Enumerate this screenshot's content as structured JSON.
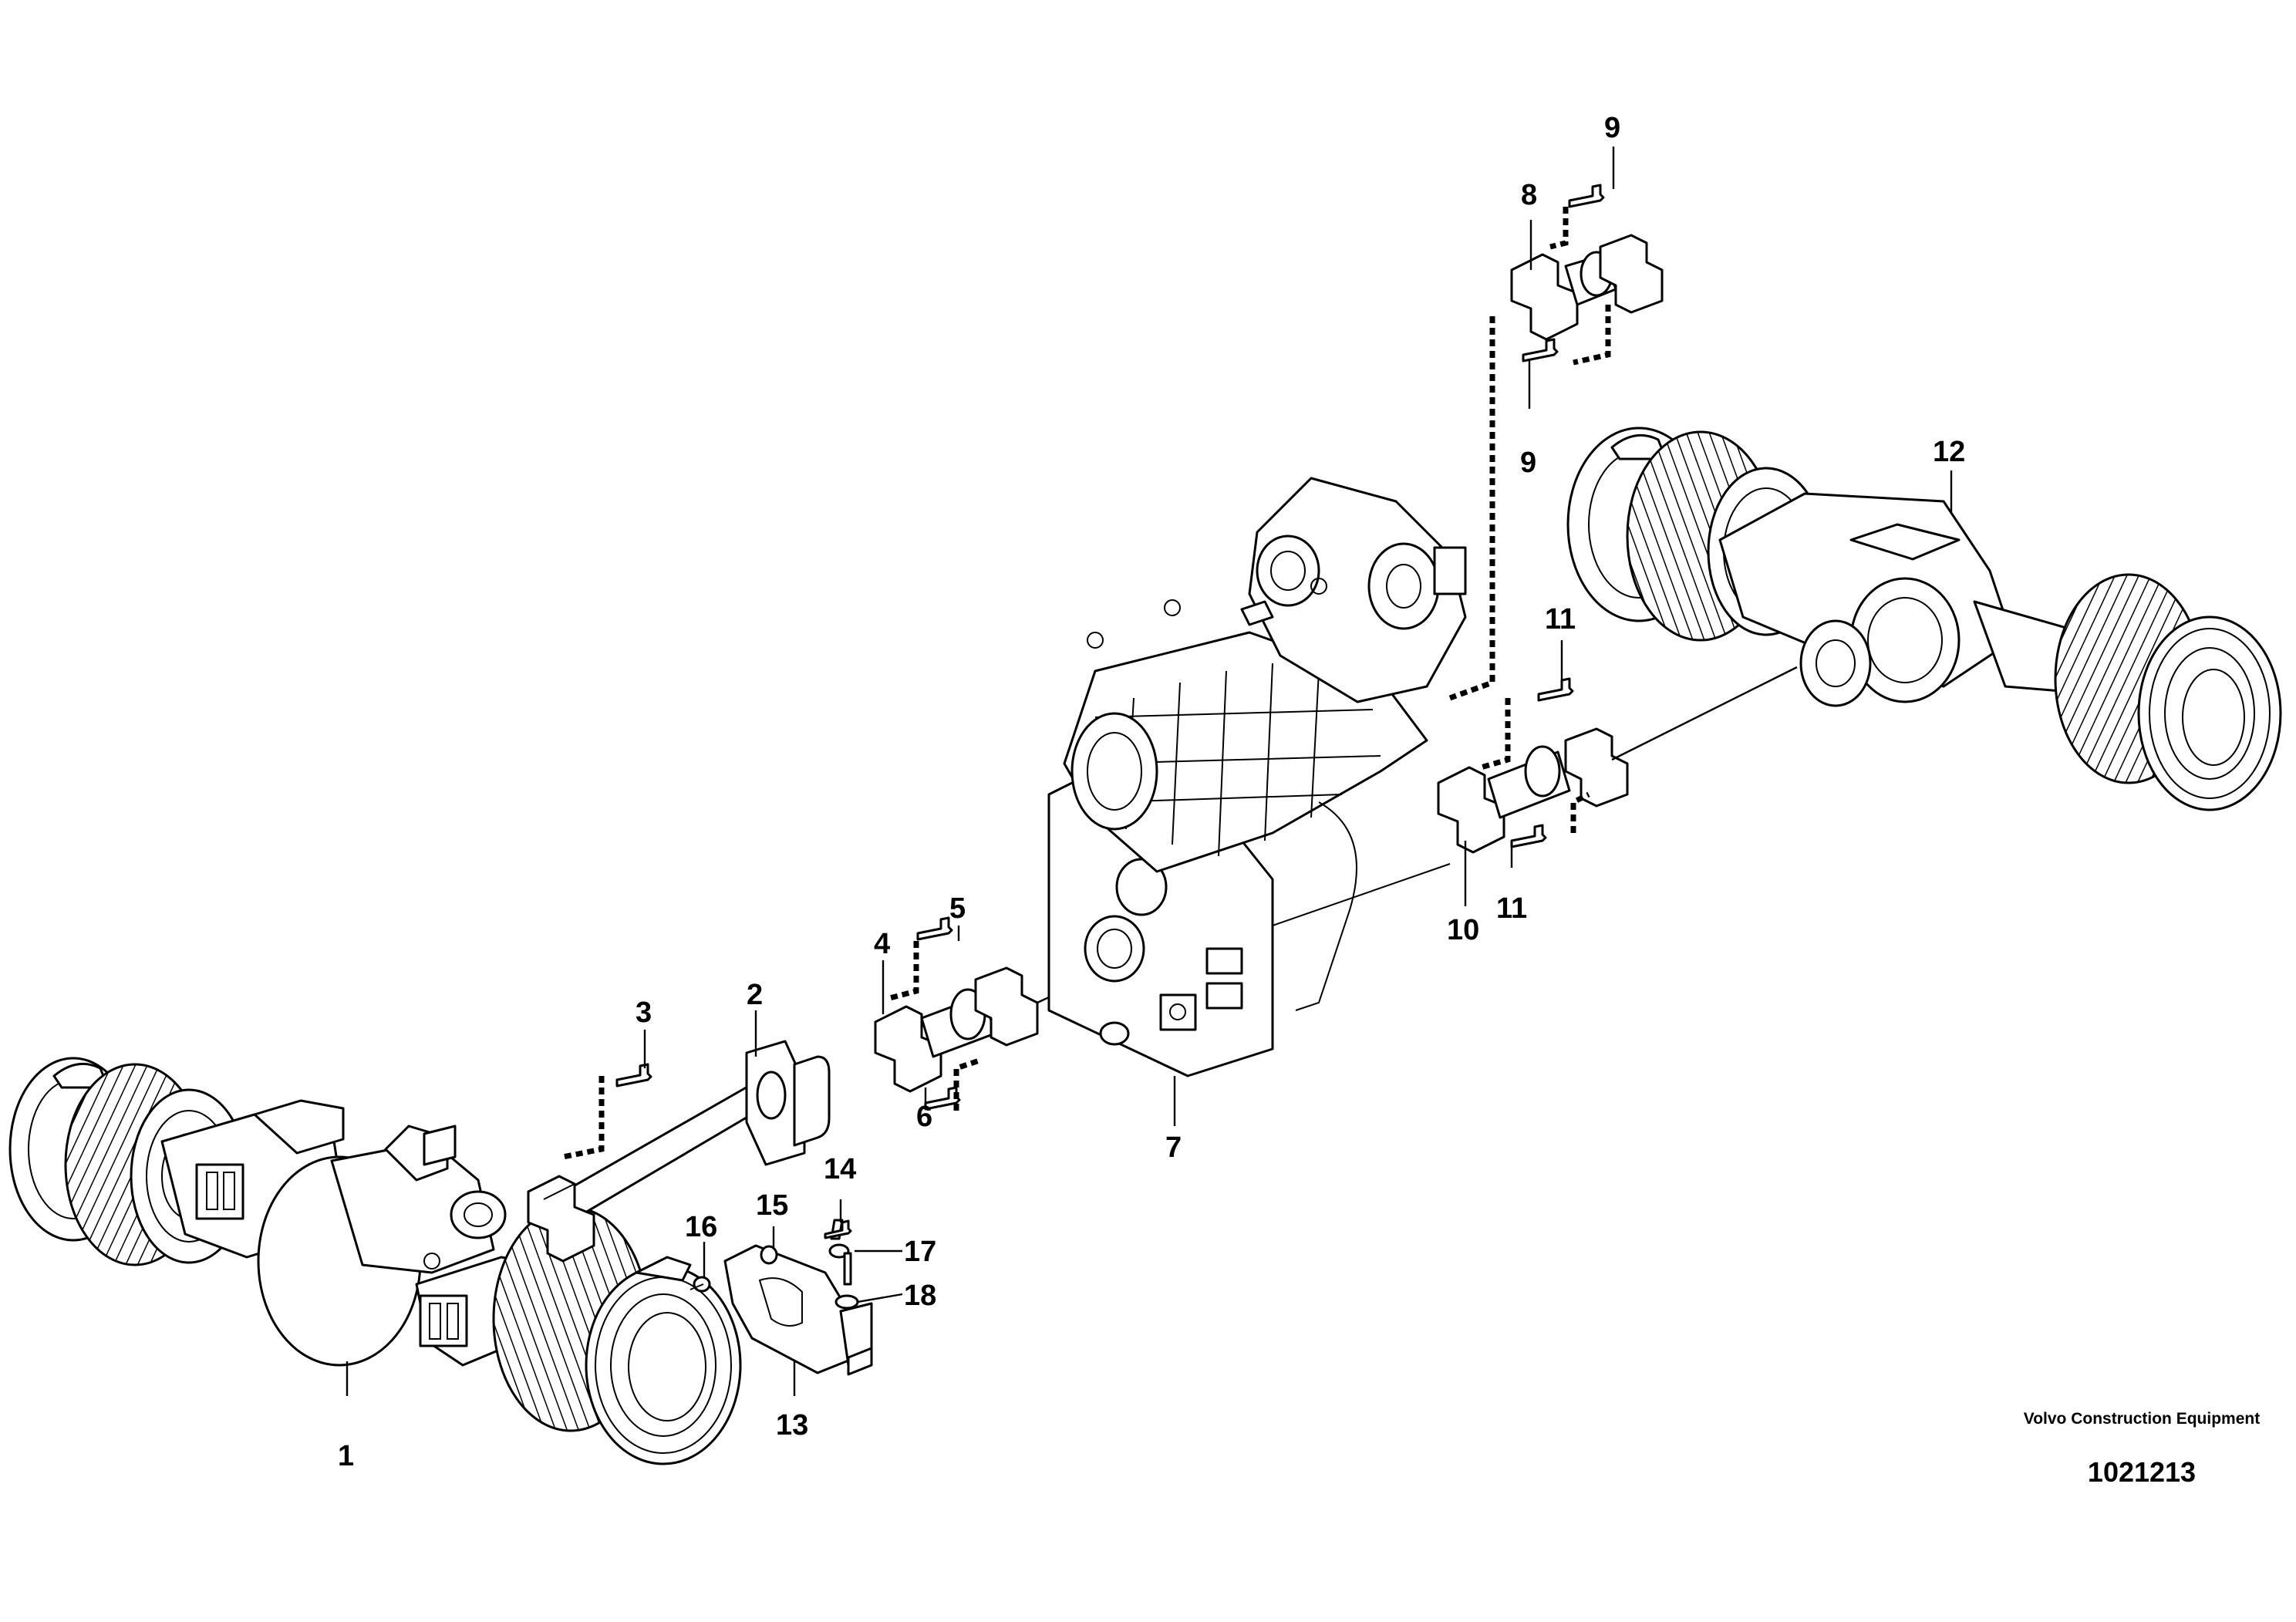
{
  "callouts": [
    "1",
    "2",
    "3",
    "4",
    "5",
    "6",
    "7",
    "8",
    "9",
    "10",
    "11",
    "12",
    "13",
    "14",
    "15",
    "16",
    "17",
    "18"
  ],
  "labels": {
    "c1": "1",
    "c2": "2",
    "c3": "3",
    "c4": "4",
    "c5": "5",
    "c6": "6",
    "c7": "7",
    "c8": "8",
    "c9a": "9",
    "c9b": "9",
    "c10": "10",
    "c11a": "11",
    "c11b": "11",
    "c12": "12",
    "c13": "13",
    "c14": "14",
    "c15": "15",
    "c16": "16",
    "c17": "17",
    "c18": "18"
  },
  "footer": {
    "manufacturer": "Volvo Construction Equipment",
    "image_number": "1021213"
  }
}
